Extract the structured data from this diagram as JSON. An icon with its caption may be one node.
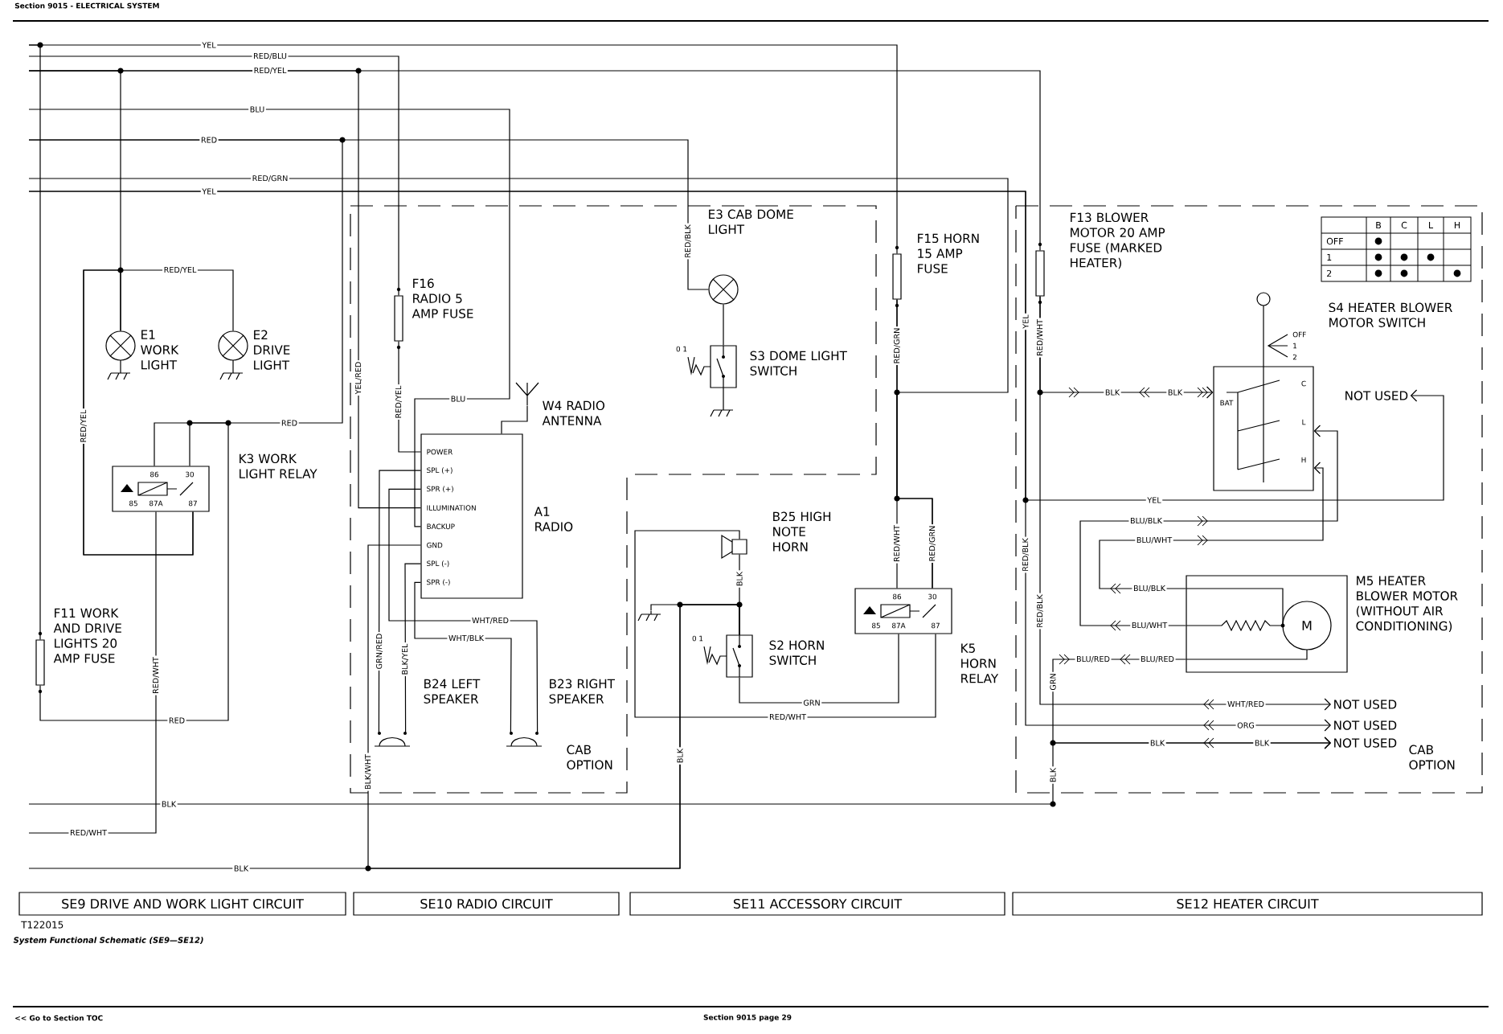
{
  "diagram": {
    "caption": "System Functional Schematic (SE9—SE12)",
    "nodes": [
      {
        "text": [],
        "shape": "fuse",
        "beside": [
          "F11 WORK AND DRIVE LIGHTS 20 AMP FUSE"
        ]
      },
      {
        "text": [],
        "shape": "lamp",
        "beside": [
          "E1 WORK LIGHT"
        ]
      },
      {
        "text": [],
        "shape": "lamp",
        "beside": [
          "E2 DRIVE LIGHT"
        ]
      },
      {
        "text": [
          "86",
          "30",
          "85",
          "87A",
          "87"
        ],
        "beside": [
          "K3 WORK LIGHT RELAY"
        ]
      },
      {
        "text": [
          "CAB OPTION"
        ]
      },
      {
        "text": [],
        "shape": "fuse",
        "beside": [
          "F16 RADIO 5 AMP FUSE"
        ],
        "in": 4
      },
      {
        "text": [
          "W4 RADIO ANTENNA"
        ],
        "in": 4
      },
      {
        "text": [
          "POWER",
          "SPL (+)",
          "SPR (+)",
          "ILLUMINATION",
          "BACKUP",
          "GND",
          "SPL (-)",
          "SPR (-)"
        ],
        "beside": [
          "A1 RADIO"
        ],
        "in": 4
      },
      {
        "text": [],
        "shape": "speaker",
        "beside": [
          "B24 LEFT SPEAKER"
        ],
        "in": 4
      },
      {
        "text": [],
        "shape": "speaker",
        "beside": [
          "B23 RIGHT SPEAKER"
        ],
        "in": 4
      },
      {
        "text": [],
        "shape": "lamp",
        "beside": [
          "E3 CAB DOME LIGHT"
        ],
        "in": 4
      },
      {
        "text": [],
        "shape": "switch",
        "beside": [
          "S3 DOME LIGHT SWITCH"
        ],
        "in": 4
      },
      {
        "text": [],
        "shape": "fuse",
        "beside": [
          "F15 HORN 15 AMP FUSE"
        ]
      },
      {
        "text": [],
        "shape": "horn",
        "beside": [
          "B25 HIGH NOTE HORN"
        ]
      },
      {
        "text": [],
        "shape": "switch",
        "beside": [
          "S2 HORN SWITCH"
        ]
      },
      {
        "text": [
          "86",
          "30",
          "85",
          "87A",
          "87"
        ],
        "beside": [
          "K5 HORN RELAY"
        ]
      },
      {
        "text": [
          "CAB OPTION"
        ]
      },
      {
        "text": [],
        "shape": "fuse",
        "beside": [
          "F13 BLOWER MOTOR 20 AMP FUSE (MARKED HEATER)"
        ],
        "in": 16
      },
      {
        "text": [
          "BAT",
          "C",
          "L",
          "H"
        ],
        "beside": [
          "S4 HEATER BLOWER MOTOR SWITCH"
        ],
        "in": 16
      },
      {
        "text": [
          "NOT USED"
        ],
        "in": 16
      },
      {
        "text": [
          "M"
        ],
        "beside": [
          "M5 HEATER BLOWER MOTOR (WITHOUT AIR CONDITIONING)"
        ],
        "in": 16
      },
      {
        "text": [
          "NOT USED"
        ],
        "in": 16
      },
      {
        "text": [
          "NOT USED"
        ],
        "in": 16
      },
      {
        "text": [
          "NOT USED"
        ],
        "in": 16
      },
      {
        "text": [
          "SE9 DRIVE AND WORK LIGHT CIRCUIT"
        ]
      },
      {
        "text": [
          "SE10 RADIO CIRCUIT"
        ]
      },
      {
        "text": [
          "SE11 ACCESSORY CIRCUIT"
        ]
      },
      {
        "text": [
          "SE12 HEATER CIRCUIT"
        ]
      },
      {
        "text": [],
        "shape": "ground"
      }
    ],
    "edges": [
      {
        "from": null,
        "to": 12,
        "arrow": "none",
        "label": "YEL"
      },
      {
        "from": null,
        "to": 0,
        "arrow": "none"
      },
      {
        "from": null,
        "to": 5,
        "arrow": "none",
        "label": "RED/BLU"
      },
      {
        "from": null,
        "to": 1,
        "arrow": "none"
      },
      {
        "from": null,
        "to": 7,
        "arrow": "none",
        "label": "YEL/RED"
      },
      {
        "from": null,
        "to": 7,
        "arrow": "none",
        "label": "BLU"
      },
      {
        "from": null,
        "to": 3,
        "arrow": "none",
        "label": "RED"
      },
      {
        "from": null,
        "to": 10,
        "arrow": "none",
        "label": "RED/BLK"
      },
      {
        "from": null,
        "to": 15,
        "arrow": "none",
        "label": "RED/GRN"
      },
      {
        "from": null,
        "to": 19,
        "arrow": "to",
        "label": "YEL"
      },
      {
        "from": null,
        "to": 17,
        "arrow": "none",
        "label": "RED/YEL"
      },
      {
        "from": 5,
        "to": 7,
        "arrow": "none",
        "label": "RED/YEL"
      },
      {
        "from": 0,
        "to": 3,
        "arrow": "none",
        "label": "RED"
      },
      {
        "from": 3,
        "to": 1,
        "arrow": "none",
        "label": "RED/YEL"
      },
      {
        "from": 3,
        "to": 2,
        "arrow": "none",
        "label": "RED/YEL"
      },
      {
        "from": 3,
        "to": null,
        "arrow": "none",
        "label": "RED/WHT"
      },
      {
        "from": 7,
        "to": 8,
        "arrow": "none",
        "label": "GRN/RED"
      },
      {
        "from": 7,
        "to": 8,
        "arrow": "none",
        "label": "BLK/YEL"
      },
      {
        "from": 7,
        "to": 9,
        "arrow": "none",
        "label": "WHT/RED"
      },
      {
        "from": 7,
        "to": 9,
        "arrow": "none",
        "label": "WHT/BLK"
      },
      {
        "from": 7,
        "to": 14,
        "arrow": "none",
        "label": "BLK/WHT"
      },
      {
        "from": null,
        "to": 14,
        "arrow": "none",
        "label": "BLK"
      },
      {
        "from": 13,
        "to": 14,
        "arrow": "none",
        "label": "BLK"
      },
      {
        "from": 15,
        "to": 13,
        "arrow": "none",
        "label": "RED/WHT"
      },
      {
        "from": 14,
        "to": 15,
        "arrow": "none",
        "label": "GRN"
      },
      {
        "from": 12,
        "to": 15,
        "arrow": "none",
        "label": "RED/GRN"
      },
      {
        "from": 12,
        "to": 15,
        "arrow": "none",
        "label": "RED/GRN"
      },
      {
        "from": 10,
        "to": 11,
        "arrow": "none"
      },
      {
        "from": 6,
        "to": 7,
        "arrow": "none"
      },
      {
        "from": 17,
        "to": 18,
        "arrow": "to",
        "label": "BLK"
      },
      {
        "from": 17,
        "to": 21,
        "arrow": "to",
        "label": "WHT/RED"
      },
      {
        "from": 20,
        "to": 18,
        "arrow": "to",
        "label": "BLU/BLK"
      },
      {
        "from": 20,
        "to": 18,
        "arrow": "to",
        "label": "BLU/WHT"
      },
      {
        "from": 20,
        "to": 23,
        "arrow": "to",
        "label": "BLU/RED"
      },
      {
        "from": null,
        "to": 23,
        "arrow": "to",
        "label": "BLK"
      },
      {
        "from": null,
        "to": 22,
        "arrow": "to",
        "label": "ORG"
      },
      {
        "from": 28,
        "to": 14,
        "arrow": "none"
      }
    ],
    "labels": [
      "Section 9015 - ELECTRICAL SYSTEM",
      "BLU",
      "RED",
      "B",
      "C",
      "L",
      "H",
      "OFF",
      "1",
      "2",
      "OFF",
      "1",
      "2",
      "0 1",
      "BLK",
      "YEL",
      "RED/WHT",
      "YEL",
      "BLU/BLK",
      "BLU/WHT",
      "BLU/RED",
      "RED/WHT",
      "0 1",
      "RED/BLK",
      "RED/BLK",
      "GRN",
      "RED/WHT",
      "BLK",
      "BLK",
      "BLK",
      "BLK",
      "T122015",
      "<< Go to Section TOC",
      "Section 9015 page 29"
    ]
  }
}
